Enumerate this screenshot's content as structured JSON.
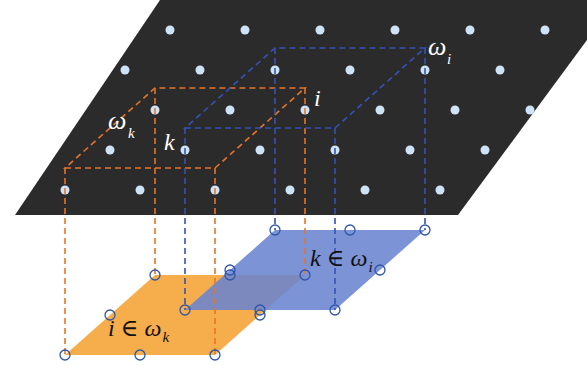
{
  "diagram": {
    "labels": [
      "ω",
      "k",
      "k",
      "ω",
      "i",
      "i",
      "i ∈ ω",
      "k",
      "k ∈ ω",
      "i"
    ]
  }
}
